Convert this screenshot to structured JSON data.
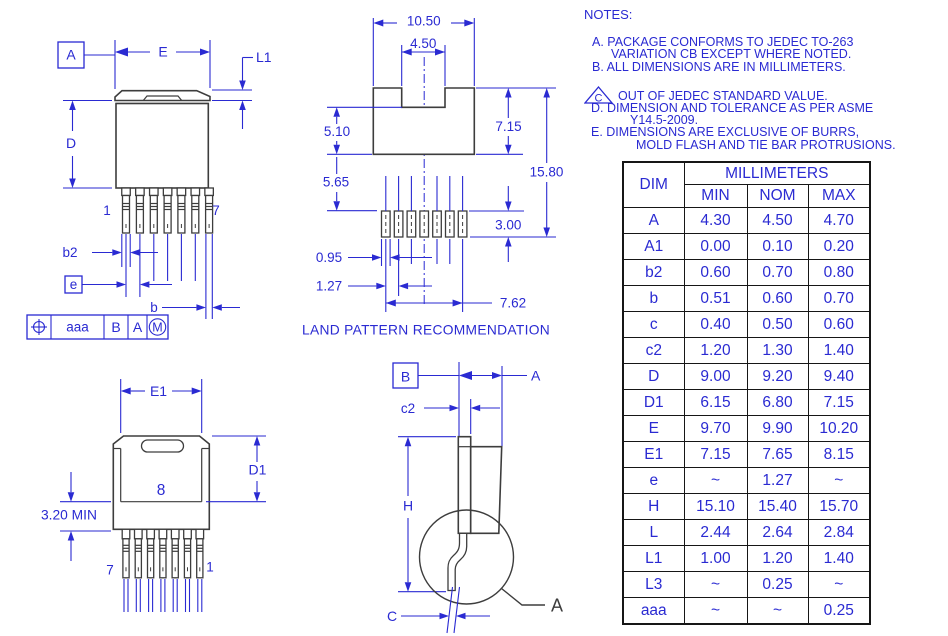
{
  "colors": {
    "accent_blue": "#2a2ad2",
    "outline_dark": "#3d3d3d",
    "table_border": "#161616"
  },
  "notes": {
    "heading": "NOTES:",
    "line_a1": "A. PACKAGE CONFORMS TO JEDEC TO-263",
    "line_a2": "VARIATION CB EXCEPT WHERE NOTED.",
    "line_b": "B. ALL DIMENSIONS ARE IN MILLIMETERS.",
    "triangle_label": "C",
    "line_c": "OUT OF JEDEC STANDARD VALUE.",
    "line_d1": "D. DIMENSION AND TOLERANCE AS PER ASME",
    "line_d2": "Y14.5-2009.",
    "line_e1": "E. DIMENSIONS ARE EXCLUSIVE OF BURRS,",
    "line_e2": "MOLD FLASH AND TIE BAR PROTRUSIONS."
  },
  "front_view": {
    "datum_a": "A",
    "dim_e": "E",
    "dim_l1": "L1",
    "dim_d": "D",
    "pin_first": "1",
    "pin_last": "7",
    "dim_b2": "b2",
    "datum_e": "e",
    "dim_b": "b",
    "fcf_tolerance": "aaa",
    "fcf_datum1": "B",
    "fcf_datum2": "A",
    "fcf_modifier": "M"
  },
  "land_pattern": {
    "caption": "LAND PATTERN RECOMMENDATION",
    "dim_overall_width": "10.50",
    "dim_notch_width": "4.50",
    "dim_notch_to_bottom": "5.10",
    "dim_tab_pad_height": "7.15",
    "dim_gap": "5.65",
    "dim_overall_height": "15.80",
    "dim_pin_pad_height": "3.00",
    "dim_pad_width": "0.95",
    "dim_pitch": "1.27",
    "dim_span": "7.62"
  },
  "back_view": {
    "dim_e1": "E1",
    "dim_d1": "D1",
    "tab_pad_number": "8",
    "dim_standoff": "3.20 MIN",
    "pin_first": "7",
    "pin_last": "1"
  },
  "side_view": {
    "datum_b": "B",
    "dim_a": "A",
    "dim_c2": "c2",
    "dim_h": "H",
    "dim_c": "C",
    "detail_label": "A"
  },
  "table": {
    "col_dim": "DIM",
    "col_unit": "MILLIMETERS",
    "col_min": "MIN",
    "col_nom": "NOM",
    "col_max": "MAX",
    "rows": [
      {
        "dim": "A",
        "min": "4.30",
        "nom": "4.50",
        "max": "4.70"
      },
      {
        "dim": "A1",
        "min": "0.00",
        "nom": "0.10",
        "max": "0.20"
      },
      {
        "dim": "b2",
        "min": "0.60",
        "nom": "0.70",
        "max": "0.80"
      },
      {
        "dim": "b",
        "min": "0.51",
        "nom": "0.60",
        "max": "0.70"
      },
      {
        "dim": "c",
        "min": "0.40",
        "nom": "0.50",
        "max": "0.60"
      },
      {
        "dim": "c2",
        "min": "1.20",
        "nom": "1.30",
        "max": "1.40"
      },
      {
        "dim": "D",
        "min": "9.00",
        "nom": "9.20",
        "max": "9.40"
      },
      {
        "dim": "D1",
        "min": "6.15",
        "nom": "6.80",
        "max": "7.15"
      },
      {
        "dim": "E",
        "min": "9.70",
        "nom": "9.90",
        "max": "10.20"
      },
      {
        "dim": "E1",
        "min": "7.15",
        "nom": "7.65",
        "max": "8.15"
      },
      {
        "dim": "e",
        "min": "~",
        "nom": "1.27",
        "max": "~"
      },
      {
        "dim": "H",
        "min": "15.10",
        "nom": "15.40",
        "max": "15.70"
      },
      {
        "dim": "L",
        "min": "2.44",
        "nom": "2.64",
        "max": "2.84"
      },
      {
        "dim": "L1",
        "min": "1.00",
        "nom": "1.20",
        "max": "1.40"
      },
      {
        "dim": "L3",
        "min": "~",
        "nom": "0.25",
        "max": "~"
      },
      {
        "dim": "aaa",
        "min": "~",
        "nom": "~",
        "max": "0.25"
      }
    ]
  }
}
